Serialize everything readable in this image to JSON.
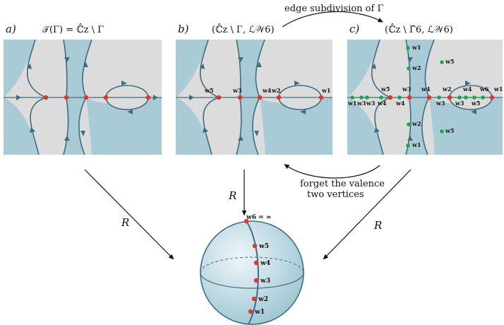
{
  "colors": {
    "blue_region": "#a9cbd6",
    "gray_region": "#dcdcdc",
    "curve": "#3f6d80",
    "red_vertex": "#e2342a",
    "green_vertex": "#18a84b",
    "sphere": "#cfe3ea"
  },
  "panels": {
    "a": {
      "tag": "a)",
      "caption": "𝒯(Γ) = ℂ̂z \\ Γ"
    },
    "b": {
      "tag": "b)",
      "caption": "(ℂ̂z \\ Γ, ℒ𝒲6)",
      "vertex_labels": [
        "w5",
        "w3",
        "w4",
        "w2",
        "w1"
      ]
    },
    "c": {
      "tag": "c)",
      "caption": "(ℂ̂z \\ Γ̂6, ℒ𝒲6)",
      "vertex_labels_top": [
        "w5",
        "w3",
        "w4",
        "w2",
        "w4",
        "w6",
        "w1"
      ],
      "vertex_labels_bottom": [
        "w1",
        "w3",
        "w3",
        "w4",
        "w4",
        "w3",
        "w3",
        "w5"
      ],
      "vertical_labels": [
        "w1",
        "w2",
        "w5",
        "w2",
        "w1",
        "w5"
      ]
    }
  },
  "arrows": {
    "top": "edge subdivision of Γ",
    "middle": [
      "forget the valence",
      "two vertices"
    ],
    "left": "R",
    "center": "R",
    "right": "R"
  },
  "sphere": {
    "vertices": [
      "w6 = ∞",
      "w5",
      "w4",
      "w3",
      "w2",
      "w1"
    ]
  }
}
